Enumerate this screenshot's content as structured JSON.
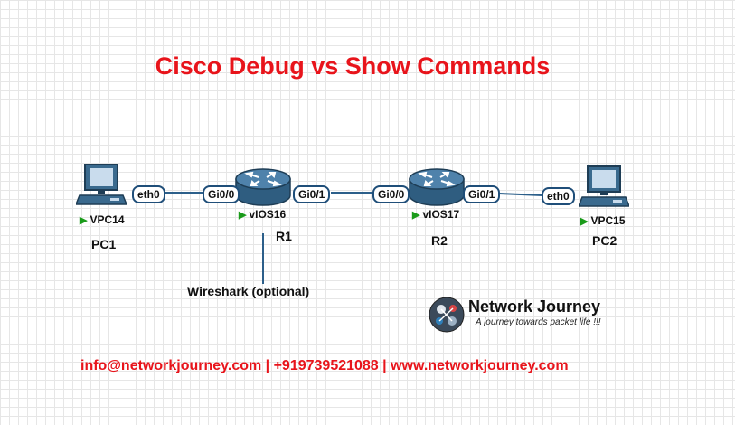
{
  "title": "Cisco Debug vs Show Commands",
  "devices": {
    "pc1": {
      "node": "VPC14",
      "name": "PC1",
      "port": "eth0"
    },
    "r1": {
      "node": "vIOS16",
      "name": "R1",
      "port_left": "Gi0/0",
      "port_right": "Gi0/1"
    },
    "r2": {
      "node": "vIOS17",
      "name": "R2",
      "port_left": "Gi0/0",
      "port_right": "Gi0/1"
    },
    "pc2": {
      "node": "VPC15",
      "name": "PC2",
      "port": "eth0"
    }
  },
  "wireshark_label": "Wireshark (optional)",
  "brand": {
    "name": "Network Journey",
    "tagline": "A journey towards packet life !!!"
  },
  "contact": "info@networkjourney.com | +919739521088 | www.networkjourney.com",
  "colors": {
    "title": "#e8141b",
    "link": "#2c5f8a",
    "router": "#3f6f95",
    "port_border": "#1f4e79",
    "status_play": "#1a9b1a"
  }
}
